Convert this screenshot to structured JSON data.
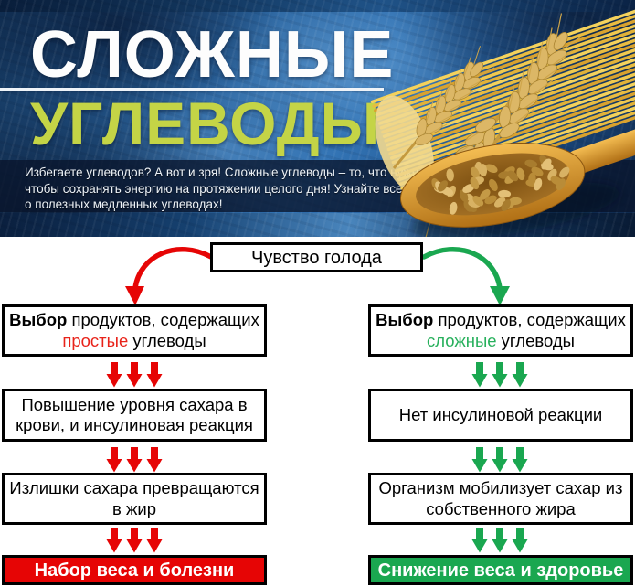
{
  "colors": {
    "red": "#e60505",
    "red_text": "#e8231a",
    "green": "#1aa750",
    "green_text": "#27b05c",
    "title_accent": "#c4d446"
  },
  "banner": {
    "title_line1": "СЛОЖНЫЕ",
    "title_line2": "УГЛЕВОДЫ",
    "description_line1": "Избегаете углеводов? А вот и зря! Сложные углеводы – то, что нужно,",
    "description_line2": "чтобы сохранять энергию на протяжении целого дня! Узнайте все",
    "description_line3": "о полезных медленных углеводах!"
  },
  "flowchart": {
    "root_label": "Чувство голода",
    "left": {
      "box1_bold": "Выбор",
      "box1_rest": " продуктов, содержащих",
      "box1_highlight": "простые",
      "box1_tail": " углеводы",
      "box2_line1": "Повышение уровня сахара в",
      "box2_line2": "крови, и инсулиновая реакция",
      "box3_line1": "Излишки сахара превращаются",
      "box3_line2": "в жир",
      "result_label": "Набор веса и болезни"
    },
    "right": {
      "box1_bold": "Выбор",
      "box1_rest": " продуктов, содержащих",
      "box1_highlight": "сложные",
      "box1_tail": " углеводы",
      "box2_line1": "Нет инсулиновой реакции",
      "box3_line1": "Организм мобилизует сахар из",
      "box3_line2": "собственного жира",
      "result_label": "Снижение веса и здоровье"
    }
  }
}
